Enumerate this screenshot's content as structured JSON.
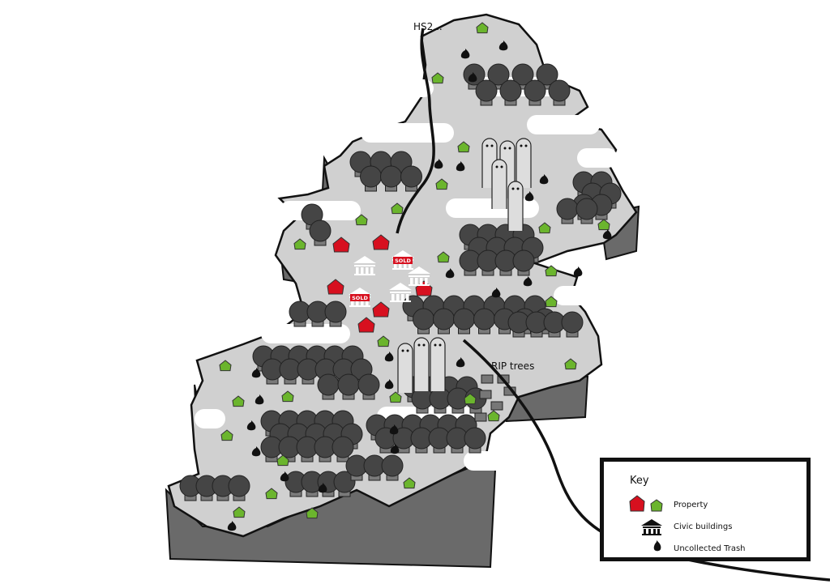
{
  "map": {
    "route_label": "HS2...",
    "deforestation_label": "RIP trees",
    "sold_sign": "SOLD"
  },
  "key": {
    "title": "Key",
    "items": [
      {
        "label": "Property",
        "icon": "house-icon"
      },
      {
        "label": "Civic buildings",
        "icon": "civic-building-icon"
      },
      {
        "label": "Uncollected Trash",
        "icon": "trash-bag-icon"
      }
    ]
  },
  "colors": {
    "land": "#d0d0d0",
    "shadow": "#6a6a6a",
    "tree": "#454545",
    "trunk": "#7a7a7a",
    "property_red": "#d7101f",
    "property_green": "#6bb52d"
  }
}
